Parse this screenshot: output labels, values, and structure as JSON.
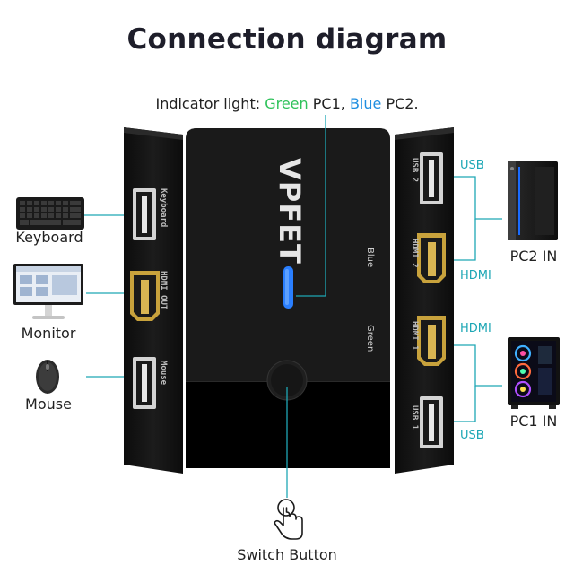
{
  "title": "Connection diagram",
  "indicator": {
    "prefix": "Indicator light:",
    "green_word": "Green",
    "pc1_text": "PC1,",
    "blue_word": "Blue",
    "pc2_text": "PC2."
  },
  "brand": "VPFET",
  "left_ports": {
    "keyboard": "Keyboard",
    "hdmi_out": "HDMI OUT",
    "mouse": "Mouse"
  },
  "right_ports": {
    "usb2": "USB 2",
    "hdmi2": "HDMI 2",
    "hdmi1": "HDMI 1",
    "usb1": "USB 1"
  },
  "leds": {
    "blue": "Blue",
    "green": "Green"
  },
  "devices": {
    "keyboard": "Keyboard",
    "monitor": "Monitor",
    "mouse": "Mouse",
    "pc2": "PC2 IN",
    "pc1": "PC1 IN"
  },
  "connection_labels": {
    "usb_top": "USB",
    "hdmi_top": "HDMI",
    "hdmi_bottom": "HDMI",
    "usb_bottom": "USB"
  },
  "switch_button": "Switch Button",
  "colors": {
    "accent_teal": "#1ea7b5",
    "green": "#2fc25b",
    "blue": "#1f8ee0",
    "led": "#2a7fff"
  }
}
